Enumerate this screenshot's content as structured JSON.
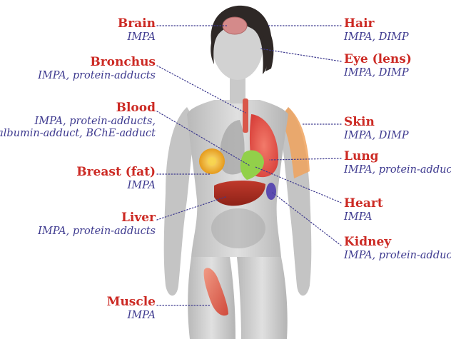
{
  "colors": {
    "organ_name": "#cc2a24",
    "compound": "#3e3a8f",
    "leader": "#3e3a8f"
  },
  "labels": {
    "brain": {
      "name": "Brain",
      "lines": [
        "IMPA"
      ]
    },
    "bronchus": {
      "name": "Bronchus",
      "lines": [
        "IMPA, protein-adducts"
      ]
    },
    "blood": {
      "name": "Blood",
      "lines": [
        "IMPA, protein-adducts,",
        "albumin-adduct, BChE-adduct"
      ]
    },
    "breast": {
      "name": "Breast (fat)",
      "lines": [
        "IMPA"
      ]
    },
    "liver": {
      "name": "Liver",
      "lines": [
        "IMPA, protein-adducts"
      ]
    },
    "muscle": {
      "name": "Muscle",
      "lines": [
        "IMPA"
      ]
    },
    "hair": {
      "name": "Hair",
      "lines": [
        "IMPA, DIMP"
      ]
    },
    "eye": {
      "name": "Eye (lens)",
      "lines": [
        "IMPA, DIMP"
      ]
    },
    "skin": {
      "name": "Skin",
      "lines": [
        "IMPA, DIMP"
      ]
    },
    "lung": {
      "name": "Lung",
      "lines": [
        "IMPA, protein-adducts"
      ]
    },
    "heart": {
      "name": "Heart",
      "lines": [
        "IMPA"
      ]
    },
    "kidney": {
      "name": "Kidney",
      "lines": [
        "IMPA, protein-adducts"
      ]
    }
  }
}
